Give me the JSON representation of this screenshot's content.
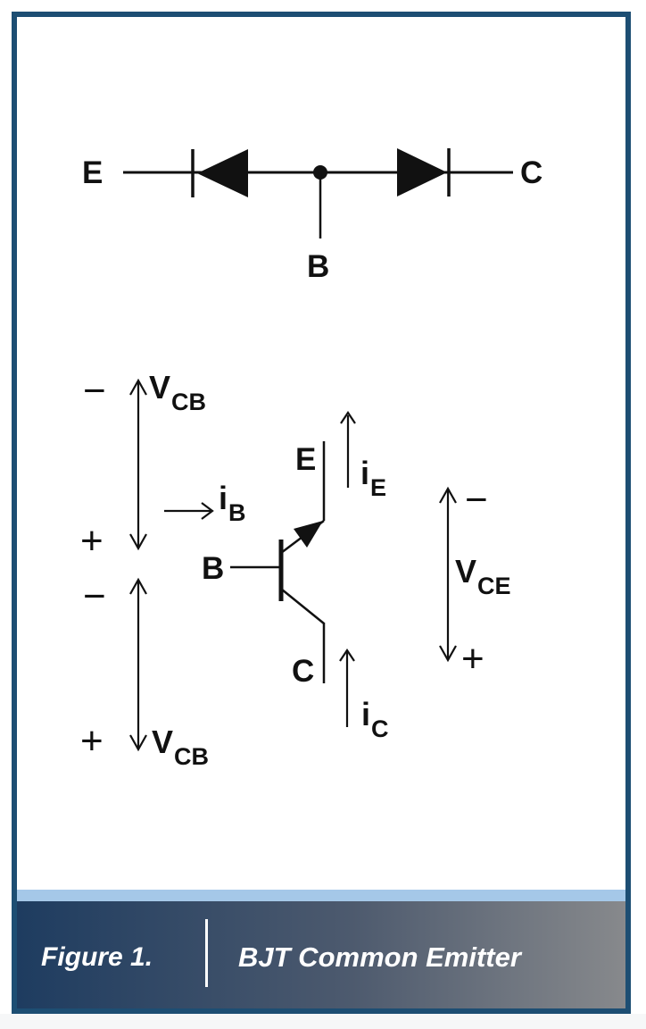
{
  "figure": {
    "type": "circuit-diagram",
    "colors": {
      "frame_border": "#1d4e73",
      "stripe": "#a5c8e8",
      "caption_gradient_left": "#1e3c60",
      "caption_gradient_right": "#87898c",
      "ink": "#111111",
      "caption_text": "#ffffff"
    }
  },
  "diode_model": {
    "emitter_label": "E",
    "base_label": "B",
    "collector_label": "C"
  },
  "transistor": {
    "emitter_label": "E",
    "base_label": "B",
    "collector_label": "C"
  },
  "voltages": {
    "vcb_top": {
      "main": "V",
      "sub": "CB",
      "minus": "−",
      "plus": "+"
    },
    "vcb_bottom": {
      "main": "V",
      "sub": "CB",
      "minus": "−",
      "plus": "+"
    },
    "vce": {
      "main": "V",
      "sub": "CE",
      "minus": "−",
      "plus": "+"
    }
  },
  "currents": {
    "ib": {
      "main": "i",
      "sub": "B"
    },
    "ie": {
      "main": "i",
      "sub": "E"
    },
    "ic": {
      "main": "i",
      "sub": "C"
    }
  },
  "caption": {
    "figure_label": "Figure 1.",
    "title": "BJT Common Emitter"
  }
}
